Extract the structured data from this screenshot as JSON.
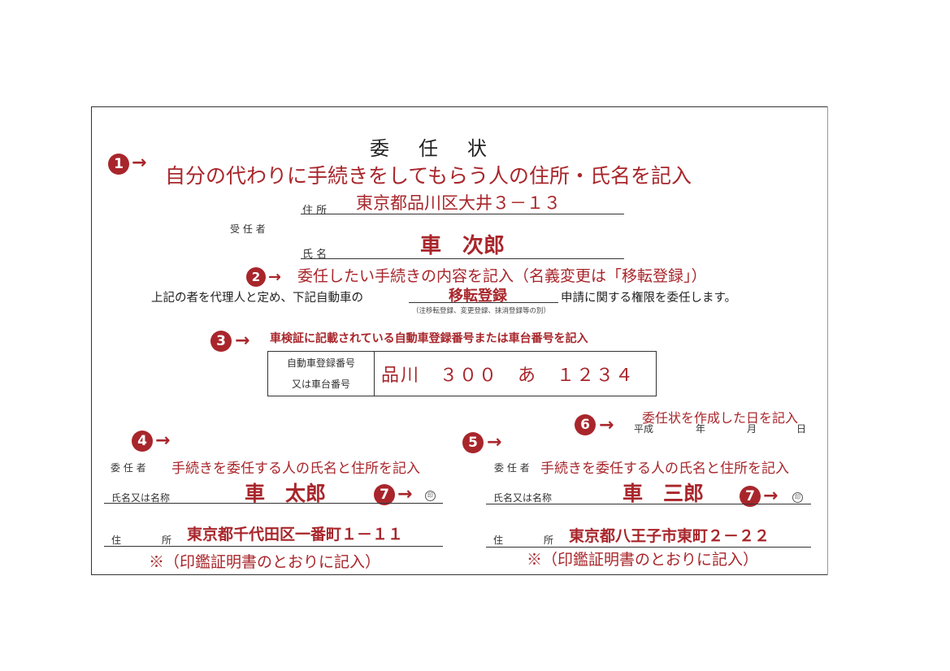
{
  "title": "委　任　状",
  "steps": {
    "s1": {
      "num": "1",
      "text": "自分の代わりに手続きをしてもらう人の住所・氏名を記入"
    },
    "s2": {
      "num": "2",
      "text": "委任したい手続きの内容を記入（名義変更は「移転登録」）"
    },
    "s3": {
      "num": "3",
      "text": "車検証に記載されている自動車登録番号または車台番号を記入"
    },
    "s4": {
      "num": "4"
    },
    "s5": {
      "num": "5"
    },
    "s6": {
      "num": "6",
      "text": "委任状を作成した日を記入"
    },
    "s7": {
      "num": "7"
    }
  },
  "arrow": "→",
  "agent": {
    "role_label": "受 任 者",
    "address_label": "住 所",
    "address_value": "東京都品川区大井３－１３",
    "name_label": "氏 名",
    "name_value": "車　次郎"
  },
  "statement": {
    "prefix": "上記の者を代理人と定め、下記自動車の",
    "procedure_value": "移転登録",
    "suffix": "申請に関する権限を委任します。",
    "note": "（注移転登録、変更登録、抹消登録等の別）"
  },
  "vehicle": {
    "label_line1": "自動車登録番号",
    "label_line2": "又は車台番号",
    "value": "品川　３００　あ　１２３４"
  },
  "date": {
    "era": "平成",
    "year": "年",
    "month": "月",
    "day": "日"
  },
  "seal_char": "印",
  "principals": {
    "left": {
      "role_label": "委 任 者",
      "instruction": "手続きを委任する人の氏名と住所を記入",
      "name_label": "氏名又は名称",
      "name_value": "車　太郎",
      "address_label_1": "住",
      "address_label_2": "所",
      "address_value": "東京都千代田区一番町１－１１",
      "note": "※（印鑑証明書のとおりに記入）"
    },
    "right": {
      "role_label": "委 任 者",
      "instruction": "手続きを委任する人の氏名と住所を記入",
      "name_label": "氏名又は名称",
      "name_value": "車　三郎",
      "address_label_1": "住",
      "address_label_2": "所",
      "address_value": "東京都八王子市東町２－２２",
      "note": "※（印鑑証明書のとおりに記入）"
    }
  }
}
